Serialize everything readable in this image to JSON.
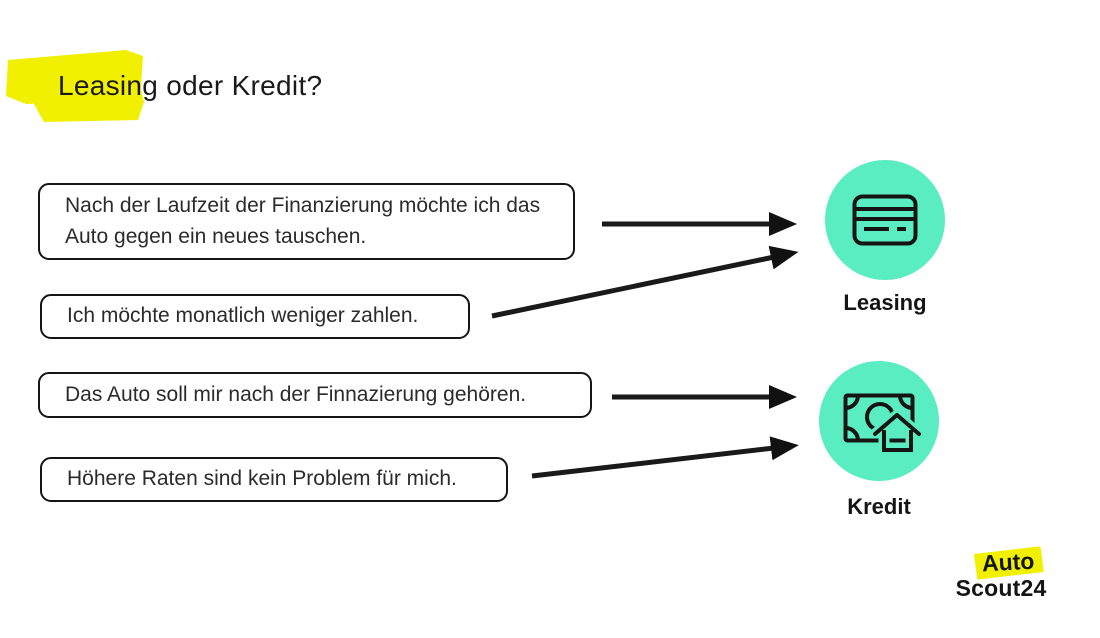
{
  "title": "Leasing oder Kredit?",
  "statements": [
    "Nach der Laufzeit der Finanzierung möchte ich das Auto gegen ein neues tauschen.",
    "Ich möchte monatlich weniger zahlen.",
    "Das Auto soll mir nach der Finnazierung gehören.",
    "Höhere Raten sind kein Problem für mich."
  ],
  "options": [
    {
      "label": "Leasing",
      "icon": "credit-card-icon"
    },
    {
      "label": "Kredit",
      "icon": "banknote-house-icon"
    }
  ],
  "connections": [
    {
      "from": "statement-1",
      "to": "Leasing"
    },
    {
      "from": "statement-2",
      "to": "Leasing"
    },
    {
      "from": "statement-3",
      "to": "Kredit"
    },
    {
      "from": "statement-4",
      "to": "Kredit"
    }
  ],
  "logo": {
    "line1": "Auto",
    "line2": "Scout24"
  },
  "colors": {
    "accent_teal": "#5AEDC1",
    "highlight_yellow": "#F0F000",
    "text": "#1A1A1A",
    "arrow": "#111111",
    "background": "#FFFFFF"
  }
}
